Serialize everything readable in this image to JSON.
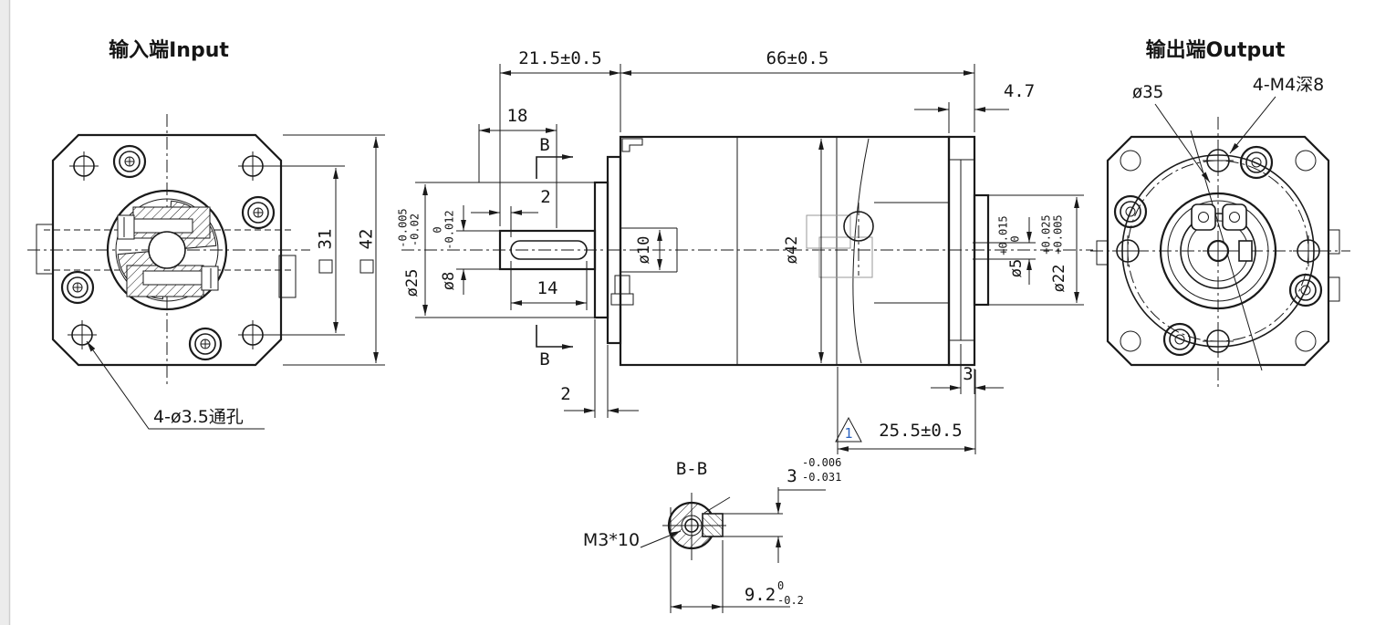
{
  "drawing": {
    "input_view": {
      "title": "输入端Input",
      "square_31": "31",
      "square_42": "42",
      "holes_label": "4-ø3.5通孔"
    },
    "side_view": {
      "dim_shaft_length": "21.5±0.5",
      "dim_body_length": "66±0.5",
      "dim_rear_cap": "4.7",
      "dim_pilot_depth": "18",
      "section_marker": "B",
      "dim_keyway_offset": "2",
      "dim_keyway_length": "14",
      "dim_shaft_step": "ø10",
      "dim_body_dia": "ø42",
      "dim_pilot": {
        "value": "ø25",
        "tol_upper": "-0.005",
        "tol_lower": "-0.02"
      },
      "dim_shaft": {
        "value": "ø8",
        "tol_upper": "0",
        "tol_lower": "-0.012"
      },
      "dim_hole": {
        "value": "ø5",
        "tol_upper": "+0.015",
        "tol_lower": "0"
      },
      "dim_out_pilot": {
        "value": "ø22",
        "tol_upper": "+0.025",
        "tol_lower": "+0.005"
      },
      "dim_front_plate": "2",
      "dim_rear_lip": "3",
      "revision_marker": "1",
      "dim_mount": "25.5±0.5"
    },
    "output_view": {
      "title": "输出端Output",
      "bolt_circle": "ø35",
      "tapped_holes": "4-M4深8"
    },
    "section_view": {
      "title": "B-B",
      "key_width": {
        "value": "3",
        "tol_upper": "-0.006",
        "tol_lower": "-0.031"
      },
      "screw_label": "M3*10",
      "key_depth": {
        "value": "9.2",
        "tol_upper": "0",
        "tol_lower": "-0.2"
      }
    },
    "colors": {
      "line": "#1a1a1a",
      "revision": "#2b63c1",
      "phantom": "#9a9a9a",
      "background": "#ffffff",
      "left_strip": "#ececec"
    }
  }
}
